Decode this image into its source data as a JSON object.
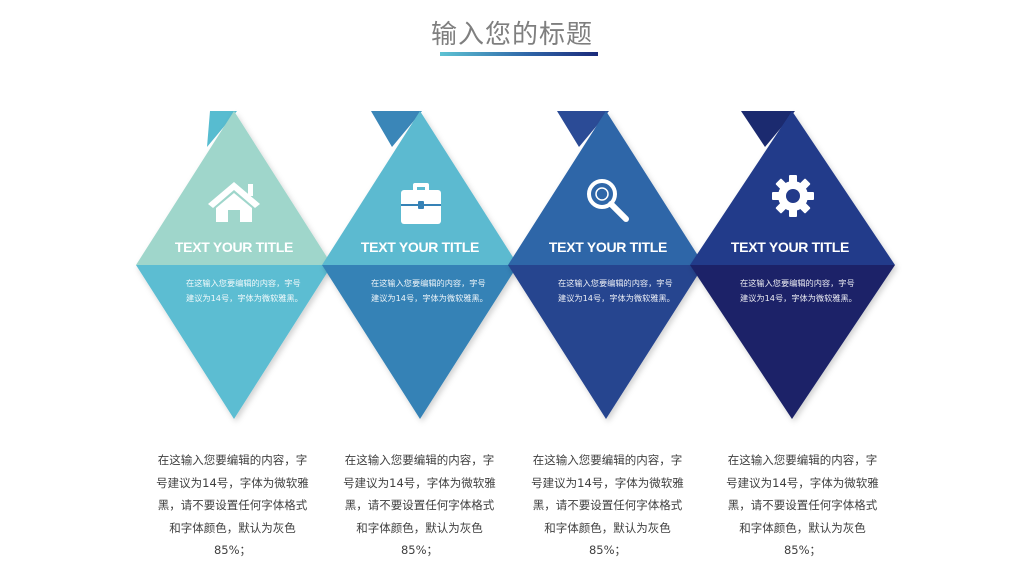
{
  "header": {
    "title": "输入您的标题"
  },
  "items": [
    {
      "icon": "home-icon",
      "title": "TEXT YOUR TITLE",
      "desc": "在这输入您要编辑的内容，字号建议为14号，字体为微软雅黑。",
      "body": "在这输入您要编辑的内容，字号建议为14号，字体为微软雅黑，请不要设置任何字体格式和字体颜色，默认为灰色85%；",
      "colors": {
        "tab": "#57bcd0",
        "top": "#9fd6cb",
        "bottom": "#5cbdd2"
      }
    },
    {
      "icon": "briefcase-icon",
      "title": "TEXT YOUR TITLE",
      "desc": "在这输入您要编辑的内容，字号建议为14号，字体为微软雅黑。",
      "body": "在这输入您要编辑的内容，字号建议为14号，字体为微软雅黑，请不要设置任何字体格式和字体颜色，默认为灰色85%；",
      "colors": {
        "tab": "#3a86b8",
        "top": "#5bbad0",
        "bottom": "#3682b6"
      }
    },
    {
      "icon": "search-icon",
      "title": "TEXT YOUR TITLE",
      "desc": "在这输入您要编辑的内容，字号建议为14号，字体为微软雅黑。",
      "body": "在这输入您要编辑的内容，字号建议为14号，字体为微软雅黑，请不要设置任何字体格式和字体颜色，默认为灰色85%；",
      "colors": {
        "tab": "#2b4b96",
        "top": "#2f66a8",
        "bottom": "#27458f"
      }
    },
    {
      "icon": "gear-icon",
      "title": "TEXT YOUR TITLE",
      "desc": "在这输入您要编辑的内容，字号建议为14号，字体为微软雅黑。",
      "body": "在这输入您要编辑的内容，字号建议为14号，字体为微软雅黑，请不要设置任何字体格式和字体颜色，默认为灰色85%；",
      "colors": {
        "tab": "#1b2a6f",
        "top": "#223a8a",
        "bottom": "#1a2468"
      }
    }
  ]
}
